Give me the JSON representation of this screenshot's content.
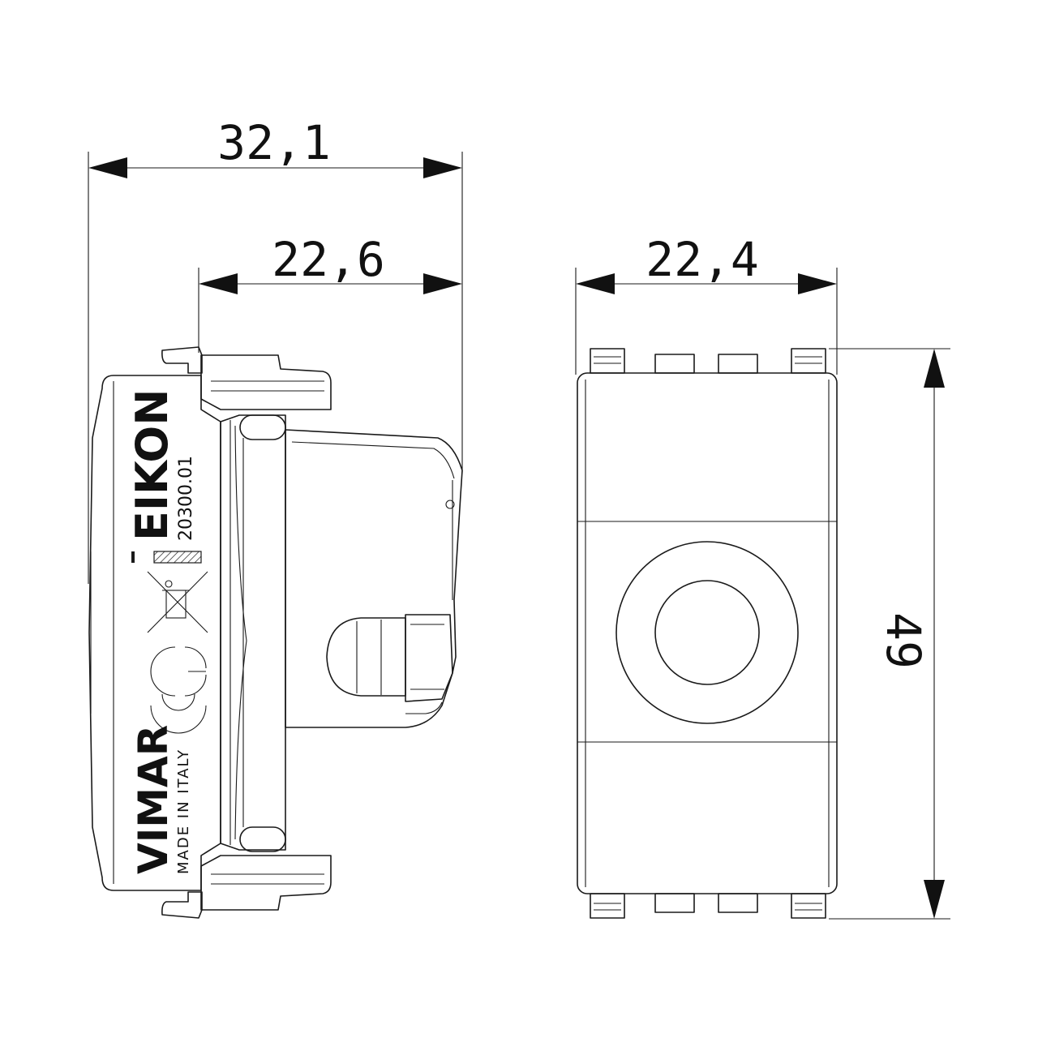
{
  "dimensions": {
    "overall_depth": "32,1",
    "body_depth": "22,6",
    "front_width": "22,4",
    "front_height": "49"
  },
  "side_view": {
    "series": "EIKON",
    "code": "20300.01",
    "brand": "VIMAR",
    "origin": "MADE IN ITALY"
  },
  "marks": [
    "ce-mark-icon",
    "weee-bin-icon",
    "c-tick-icon"
  ],
  "colors": {
    "line": "#1a1a1a",
    "background": "#ffffff"
  }
}
